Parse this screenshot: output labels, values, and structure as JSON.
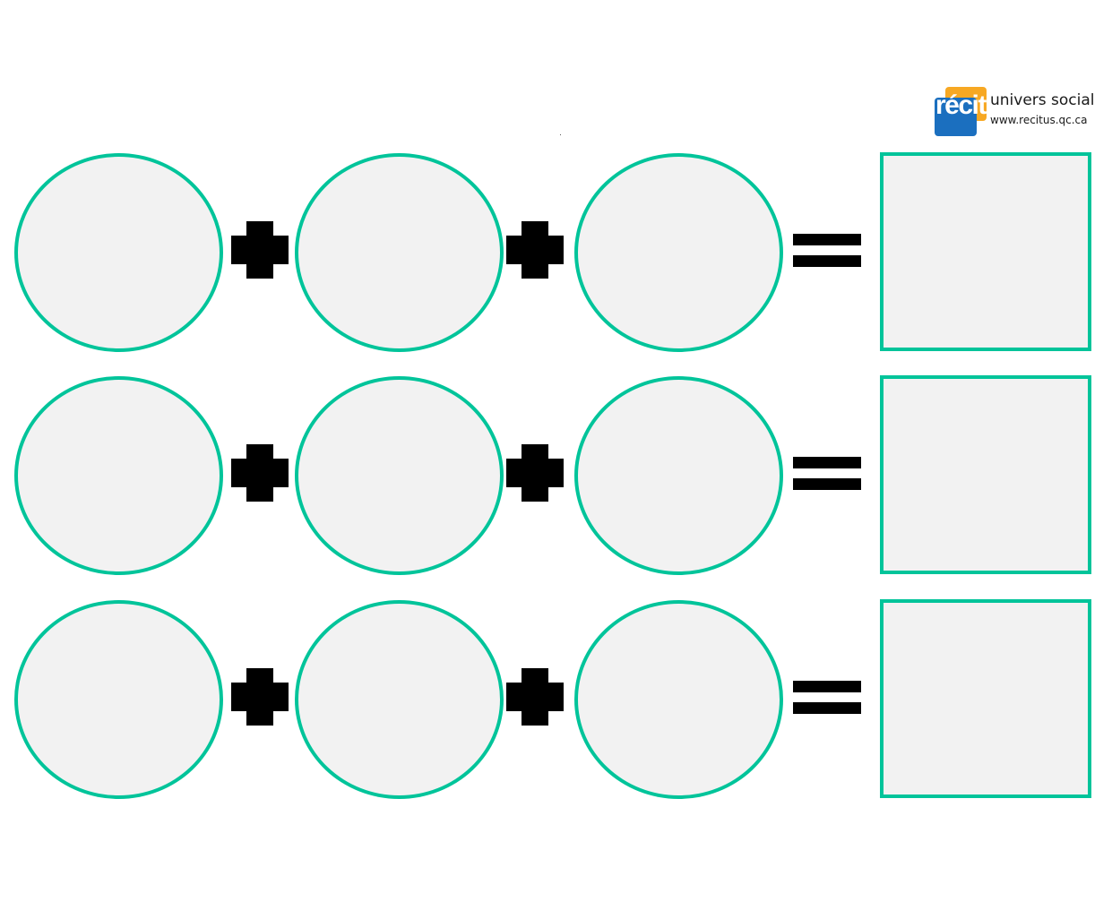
{
  "logo": {
    "mark_text": "récit",
    "title": "univers social",
    "url": "www.recitus.qc.ca"
  },
  "colors": {
    "outline": "#00c49a",
    "fill": "#f2f2f2",
    "operator": "#000000",
    "logo_orange": "#f7a823",
    "logo_blue": "#1b6fbf"
  },
  "equations": [
    {
      "terms": [
        "",
        "",
        ""
      ],
      "result": ""
    },
    {
      "terms": [
        "",
        "",
        ""
      ],
      "result": ""
    },
    {
      "terms": [
        "",
        "",
        ""
      ],
      "result": ""
    }
  ]
}
